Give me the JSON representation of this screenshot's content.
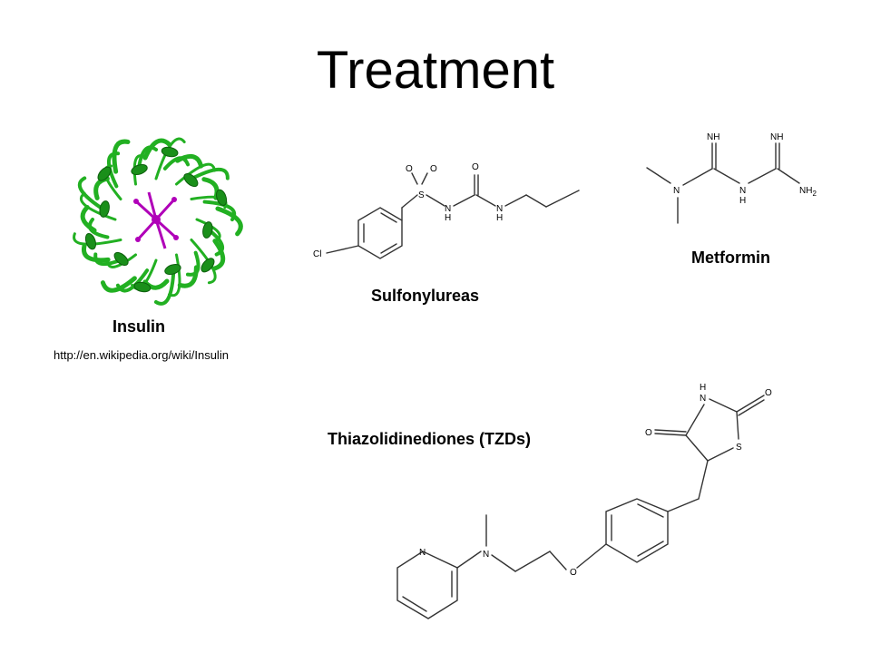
{
  "slide": {
    "title": "Treatment",
    "insulin": {
      "label": "Insulin",
      "source_url": "http://en.wikipedia.org/wiki/Insulin",
      "ribbon_color": "#22b022",
      "core_color": "#b000b8"
    },
    "sulfonylureas": {
      "label": "Sulfonylureas",
      "atoms": {
        "cl": "Cl",
        "s": "S",
        "o1": "O",
        "o2": "O",
        "o3": "O",
        "nh1_n": "N",
        "nh1_h": "H",
        "nh2_n": "N",
        "nh2_h": "H"
      }
    },
    "metformin": {
      "label": "Metformin",
      "atoms": {
        "nh_a": "NH",
        "nh_b": "NH",
        "n": "N",
        "nh_n": "N",
        "nh_h": "H",
        "nh2": "NH",
        "nh2_sub": "2"
      }
    },
    "tzd": {
      "label": "Thiazolidinediones (TZDs)",
      "atoms": {
        "h": "H",
        "n_ring": "N",
        "o_right": "O",
        "o_left": "O",
        "s": "S",
        "o_ether": "O",
        "n_amine": "N",
        "n_pyr": "N"
      }
    }
  }
}
